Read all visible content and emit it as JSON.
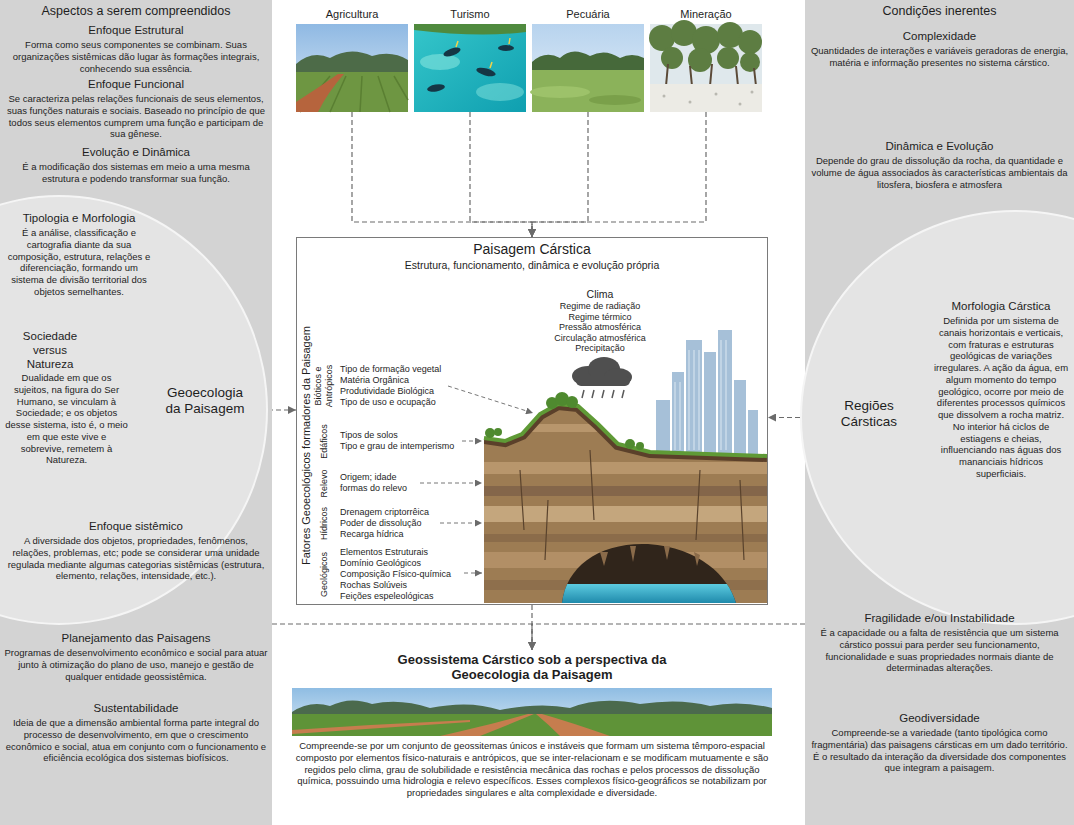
{
  "diagram": {
    "nodes": [
      {
        "text": [
          "Aspectos a serem compreendidos",
          "Enfoque Estrutural",
          "Forma como seus componentes se combinam. Suas organizações sistêmicas dão lugar às formações integrais, conhecendo sua essência.",
          "Enfoque Funcional",
          "Se caracteriza pelas relações funcionais de seus elementos, suas funções naturais e sociais. Baseado no princípio de que todos seus elementos cumprem uma função e participam de sua gênese.",
          "Evolução e Dinâmica",
          "É a modificação dos sistemas em meio a uma mesma estrutura e podendo transformar sua função.",
          "Tipologia e Morfologia",
          "É a análise, classificação e cartografia diante da sua composição, estrutura, relações e diferenciação, formando um sistema de divisão territorial dos objetos semelhantes.",
          "Sociedade versus Natureza",
          "Dualidade em que os sujeitos, na figura do Ser Humano, se vinculam à Sociedade; e os objetos desse sistema, isto é, o meio em que este vive e sobrevive, remetem à Natureza.",
          "Enfoque sistêmico",
          "A diversidade dos objetos, propriedades, fenômenos, relações, problemas, etc; pode se considerar uma unidade regulada mediante algumas categorias sistêmicas (estrutura, elemento, relações, intensidade, etc.).",
          "Planejamento das Paisagens",
          "Programas de desenvolvimento econômico e social para atuar junto à otimização do plano de uso, manejo e gestão de qualquer entidade geossistêmica.",
          "Sustentabilidade",
          "Ideia de que a dimensão ambiental forma parte integral do processo de desenvolvimento, em que o crescimento econômico e social, atua em conjunto com o funcionamento e eficiência ecológica dos sistemas biofísicos."
        ]
      },
      {
        "text": [
          "Geoecologia da Paisagem"
        ],
        "in": 0
      },
      {
        "text": [
          "Agricultura"
        ]
      },
      {
        "text": [
          "Turismo"
        ]
      },
      {
        "text": [
          "Pecuária"
        ]
      },
      {
        "text": [
          "Mineração"
        ]
      },
      {
        "text": [
          "Condições inerentes",
          "Complexidade",
          "Quantidades de interações e variáveis geradoras de energia, matéria e informação presentes no sistema cárstico.",
          "Dinâmica e Evolução",
          "Depende do grau de dissolução da rocha, da quantidade e volume de água associados às características ambientais da litosfera, biosfera e atmosfera",
          "Morfologia Cárstica",
          "Definida por um sistema de canais horizontais e verticais, com fraturas e estruturas geológicas de variações irregulares. A ação da água, em algum momento do tempo geológico, ocorre por meio de diferentes processos químicos que dissolvem a rocha matriz. No interior há ciclos de estiagens e cheias, influenciando nas águas dos mananciais hídricos superficiais.",
          "Fragilidade e/ou Instabilidade",
          "É a capacidade ou a falta de resistência que um sistema cárstico possui para perder seu funcionamento, funcionalidade e suas propriedades normais diante de determinadas alterações.",
          "Geodiversidade",
          "Compreende-se a variedade (tanto tipológica como fragmentária) das paisagens cársticas em um dado território. É o resultado da interação da diversidade dos componentes que integram a paisagem."
        ]
      },
      {
        "text": [
          "Regiões Cársticas"
        ],
        "in": 6
      },
      {
        "text": [
          "Paisagem Cárstica",
          "Estrutura, funcionamento, dinâmica e evolução própria"
        ]
      },
      {
        "text": [
          "Geossistema Cárstico sob a perspectiva da Geoecologia da Paisagem",
          "Compreende-se por um conjunto de geossitemas únicos e instáveis que formam um sistema têmporo-espacial composto por elementos físico-naturais e antrópicos, que se inter-relacionam e se modificam mutuamente e são regidos pelo clima, grau de solubilidade e resistência mecânica das rochas e pelos processos de dissolução química, possuindo uma hidrologia e relevo específicos. Esses complexos físico-geográficos se notabilizam por propriedades singulares e alta complexidade e diversidade."
        ]
      }
    ],
    "edges": [
      {
        "from": 2,
        "to": 8,
        "arrow": "to"
      },
      {
        "from": 3,
        "to": 8,
        "arrow": "to"
      },
      {
        "from": 4,
        "to": 8,
        "arrow": "to"
      },
      {
        "from": 5,
        "to": 8,
        "arrow": "to"
      },
      {
        "from": 1,
        "to": 8,
        "arrow": "to"
      },
      {
        "from": 7,
        "to": 8,
        "arrow": "to"
      },
      {
        "from": 8,
        "to": 9,
        "arrow": "to"
      },
      {
        "from": 0,
        "to": 9,
        "arrow": "to"
      },
      {
        "from": 6,
        "to": 9,
        "arrow": "to"
      }
    ],
    "labels": [
      "Fatores Geoecológicos formadores da Paisagem",
      "Clima",
      "Regime de radiação",
      "Regime térmico",
      "Pressão atmosférica",
      "Circulação atmosférica",
      "Precipitação",
      "Bióticos e Antrópicos",
      "Tipo de formação vegetal",
      "Matéria Orgânica",
      "Produtividade Biológica",
      "Tipo de uso e ocupação",
      "Edáficos",
      "Tipos de solos",
      "Tipo e grau de intemperismo",
      "Relevo",
      "Origem; idade",
      "formas do relevo",
      "Hídricos",
      "Drenagem criptorrêica",
      "Poder de dissolução",
      "Recarga hídrica",
      "Geológicos",
      "Elementos Estruturais",
      "Domínio Geológicos",
      "Composição Físico-química",
      "Rochas Solúveis",
      "Feições espeleológicas"
    ]
  }
}
